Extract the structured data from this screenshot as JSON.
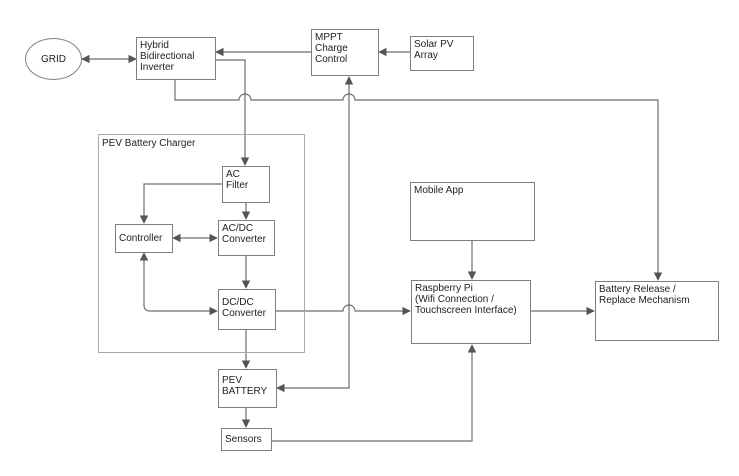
{
  "diagram": {
    "nodes": {
      "grid": {
        "label": "GRID"
      },
      "inverter": {
        "label": "Hybrid\nBidirectional\nInverter"
      },
      "mppt": {
        "label": "MPPT\nCharge\nControl"
      },
      "solar": {
        "label": "Solar PV\nArray"
      },
      "pev_charger": {
        "label": "PEV Battery Charger"
      },
      "ac_filter": {
        "label": "AC\nFilter"
      },
      "controller": {
        "label": "Controller"
      },
      "acdc": {
        "label": "AC/DC\nConverter"
      },
      "dcdc": {
        "label": "DC/DC\nConverter"
      },
      "pev_battery": {
        "label": "PEV\nBATTERY"
      },
      "sensors": {
        "label": "Sensors"
      },
      "mobile_app": {
        "label": "Mobile App"
      },
      "raspberry_pi": {
        "label": "Raspberry Pi\n(Wifi Connection /\nTouchscreen Interface)"
      },
      "battery_release": {
        "label": "Battery Release /\nReplace Mechanism"
      }
    },
    "edges": [
      {
        "from": "grid",
        "to": "inverter",
        "direction": "both"
      },
      {
        "from": "solar",
        "to": "mppt",
        "direction": "forward"
      },
      {
        "from": "mppt",
        "to": "inverter",
        "direction": "forward"
      },
      {
        "from": "inverter",
        "to": "ac_filter",
        "direction": "forward"
      },
      {
        "from": "inverter",
        "to": "battery_release",
        "direction": "forward"
      },
      {
        "from": "ac_filter",
        "to": "controller",
        "direction": "forward"
      },
      {
        "from": "ac_filter",
        "to": "acdc",
        "direction": "forward"
      },
      {
        "from": "controller",
        "to": "acdc",
        "direction": "both"
      },
      {
        "from": "controller",
        "to": "dcdc",
        "direction": "both"
      },
      {
        "from": "acdc",
        "to": "dcdc",
        "direction": "forward"
      },
      {
        "from": "dcdc",
        "to": "pev_battery",
        "direction": "forward"
      },
      {
        "from": "dcdc",
        "to": "raspberry_pi",
        "direction": "forward"
      },
      {
        "from": "mppt",
        "to": "pev_battery",
        "direction": "both"
      },
      {
        "from": "pev_battery",
        "to": "sensors",
        "direction": "forward"
      },
      {
        "from": "sensors",
        "to": "raspberry_pi",
        "direction": "forward"
      },
      {
        "from": "mobile_app",
        "to": "raspberry_pi",
        "direction": "forward"
      },
      {
        "from": "raspberry_pi",
        "to": "battery_release",
        "direction": "forward"
      }
    ]
  }
}
